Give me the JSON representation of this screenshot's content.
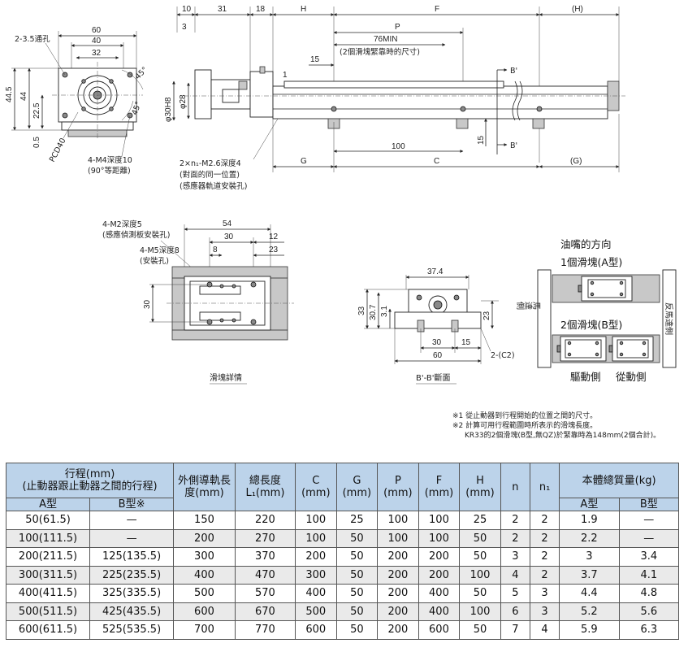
{
  "front_view": {
    "dim_60": "60",
    "dim_40": "40",
    "dim_32": "32",
    "dim_44_5": "44.5",
    "dim_44": "44",
    "dim_22_5": "22.5",
    "dim_0_5": "0.5",
    "label_through_hole": "2-3.5通孔",
    "label_pcd": "PCD40",
    "label_45a": "45°",
    "label_45b": "45°",
    "label_m4_1": "4-M4深度10",
    "label_m4_2": "(90°等距離)"
  },
  "side_view": {
    "dim_10": "10",
    "dim_31": "31",
    "dim_18": "18",
    "dim_H": "H",
    "dim_F": "F",
    "dim_H_paren": "(H)",
    "dim_3": "3",
    "dim_P": "P",
    "dim_76": "76MIN",
    "dim_76_note": "(2個滑塊緊靠時的尺寸)",
    "dim_15": "15",
    "dim_1": "1",
    "dim_phi30": "φ30H8",
    "dim_phi28": "φ28",
    "label_bp1": "B'",
    "label_bp2": "B'",
    "dim_15b": "15",
    "dim_100": "100",
    "dim_G": "G",
    "dim_C": "C",
    "dim_G_paren": "(G)",
    "label_n1_1": "2×n₁-M2.6深度4",
    "label_n1_2": "(對面的同一位置)",
    "label_n1_3": "(感應器軌道安裝孔)"
  },
  "slider_detail": {
    "label_m2_1": "4-M2深度5",
    "label_m2_2": "(感應偵測板安裝孔)",
    "label_m5_1": "4-M5深度8",
    "label_m5_2": "(安裝孔)",
    "dim_54": "54",
    "dim_30": "30",
    "dim_12": "12",
    "dim_8": "8",
    "dim_23": "23",
    "dim_30v": "30",
    "caption": "滑塊詳情"
  },
  "section_view": {
    "dim_37_4": "37.4",
    "dim_33": "33",
    "dim_30_7": "30.7",
    "dim_3_1": "3.1",
    "dim_23": "23",
    "dim_30": "30",
    "dim_15": "15",
    "dim_60": "60",
    "label_c2": "2-(C2)",
    "caption": "B'-B'斷面"
  },
  "nozzle": {
    "title": "油嘴的方向",
    "type_a": "1個滑塊(A型)",
    "type_b": "2個滑塊(B型)",
    "motor_side": "馬達側",
    "anti_motor_side": "反馬達側",
    "drive_side": "驅動側",
    "follow_side": "從動側"
  },
  "notes": [
    "※1 從止動器到行程開始的位置之間的尺寸。",
    "※2 計算可用行程範圍時所表示的滑塊長度。",
    "KR33的2個滑塊(B型,無QZ)於緊靠時為148mm(2個合計)。"
  ],
  "table": {
    "h_stroke": "行程(mm)",
    "h_stroke_sub": "(止動器跟止動器之間的行程)",
    "h_rail": "外側導軌長度(mm)",
    "h_total": "總長度L₁(mm)",
    "h_c": "C",
    "h_g": "G",
    "h_p": "P",
    "h_f": "F",
    "h_h": "H",
    "h_unit": "(mm)",
    "h_n": "n",
    "h_n1": "n₁",
    "h_mass": "本體總質量(kg)",
    "h_a": "A型",
    "h_b": "B型※",
    "h_ma": "A型",
    "h_mb": "B型",
    "rows": [
      [
        "50(61.5)",
        "—",
        "150",
        "220",
        "100",
        "25",
        "100",
        "100",
        "25",
        "2",
        "2",
        "1.9",
        "—"
      ],
      [
        "100(111.5)",
        "—",
        "200",
        "270",
        "100",
        "50",
        "100",
        "100",
        "50",
        "2",
        "2",
        "2.2",
        "—"
      ],
      [
        "200(211.5)",
        "125(135.5)",
        "300",
        "370",
        "200",
        "50",
        "200",
        "200",
        "50",
        "3",
        "2",
        "3",
        "3.4"
      ],
      [
        "300(311.5)",
        "225(235.5)",
        "400",
        "470",
        "300",
        "50",
        "200",
        "200",
        "100",
        "4",
        "2",
        "3.7",
        "4.1"
      ],
      [
        "400(411.5)",
        "325(335.5)",
        "500",
        "570",
        "400",
        "50",
        "200",
        "400",
        "50",
        "5",
        "3",
        "4.4",
        "4.8"
      ],
      [
        "500(511.5)",
        "425(435.5)",
        "600",
        "670",
        "500",
        "50",
        "200",
        "400",
        "100",
        "6",
        "3",
        "5.2",
        "5.6"
      ],
      [
        "600(611.5)",
        "525(535.5)",
        "700",
        "770",
        "600",
        "50",
        "200",
        "600",
        "50",
        "7",
        "4",
        "5.9",
        "6.3"
      ]
    ]
  }
}
